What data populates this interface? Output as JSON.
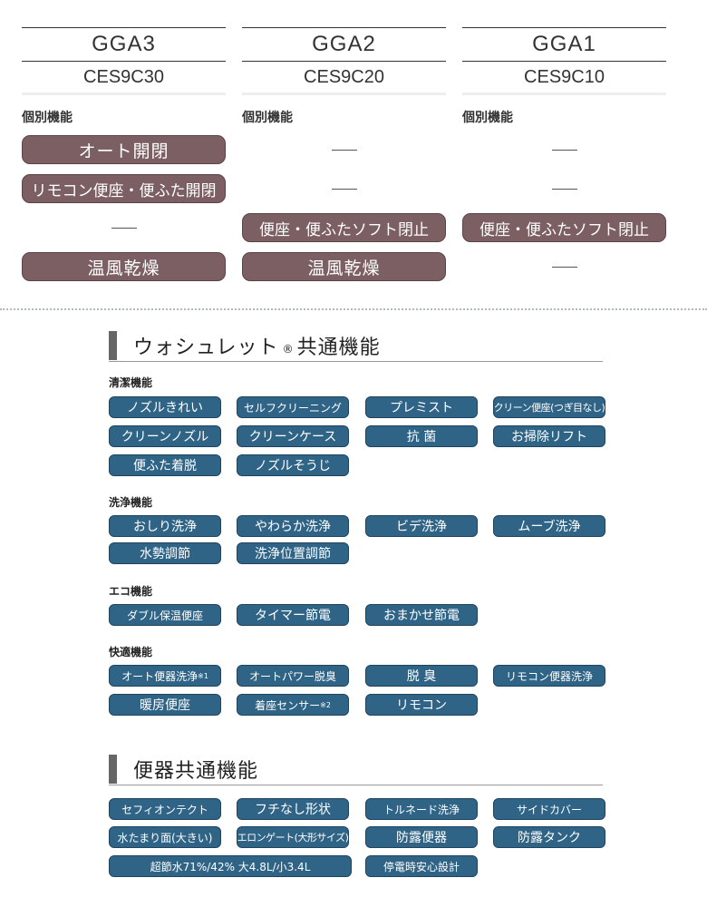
{
  "models": [
    {
      "series": "GGA3",
      "code": "CES9C30",
      "indiv_label": "個別機能",
      "features": [
        "オート開閉",
        "リモコン便座・便ふた開閉",
        "—",
        "温風乾燥"
      ]
    },
    {
      "series": "GGA2",
      "code": "CES9C20",
      "indiv_label": "個別機能",
      "features": [
        "—",
        "—",
        "便座・便ふたソフト閉止",
        "温風乾燥"
      ]
    },
    {
      "series": "GGA1",
      "code": "CES9C10",
      "indiv_label": "個別機能",
      "features": [
        "—",
        "—",
        "便座・便ふたソフト閉止",
        "—"
      ]
    }
  ],
  "washlet_section": {
    "title": "ウォシュレット",
    "reg": "®",
    "title_suffix": "共通機能",
    "categories": [
      {
        "label": "清潔機能",
        "items": [
          "ノズルきれい",
          "セルフクリーニング",
          "プレミスト",
          "クリーン便座(つぎ目なし)",
          "クリーンノズル",
          "クリーンケース",
          "抗 菌",
          "お掃除リフト",
          "便ふた着脱",
          "ノズルそうじ"
        ]
      },
      {
        "label": "洗浄機能",
        "items": [
          "おしり洗浄",
          "やわらか洗浄",
          "ビデ洗浄",
          "ムーブ洗浄",
          "水勢調節",
          "洗浄位置調節"
        ]
      },
      {
        "label": "エコ機能",
        "items": [
          "ダブル保温便座",
          "タイマー節電",
          "おまかせ節電"
        ]
      },
      {
        "label": "快適機能",
        "items": [
          "オート便器洗浄",
          "オートパワー脱臭",
          "脱 臭",
          "リモコン便器洗浄",
          "暖房便座",
          "着座センサー",
          "リモコン"
        ],
        "notes": {
          "auto_flush": "※1",
          "seat_sensor": "※2"
        }
      }
    ]
  },
  "toilet_section": {
    "title": "便器共通機能",
    "items": [
      "セフィオンテクト",
      "フチなし形状",
      "トルネード洗浄",
      "サイドカバー",
      "水たまり面(大きい)",
      "エロンゲート(大形サイズ)",
      "防露便器",
      "防露タンク",
      "超節水71%/42% 大4.8L/小3.4L",
      "停電時安心設計"
    ]
  },
  "colors": {
    "individual_pill": "#7b5f63",
    "common_chip": "#2f6487"
  }
}
